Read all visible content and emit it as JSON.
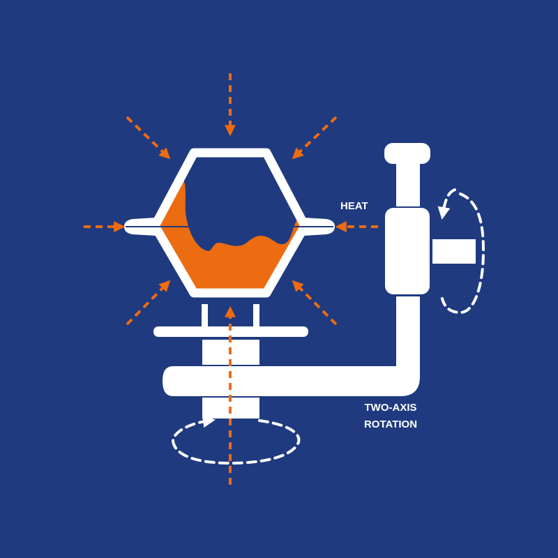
{
  "labels": {
    "heat": "HEAT",
    "rotation_line1": "TWO-AXIS",
    "rotation_line2": "ROTATION"
  },
  "colors": {
    "background": "#1f3a7f",
    "accent": "#ec6c12",
    "machine": "#ffffff"
  }
}
